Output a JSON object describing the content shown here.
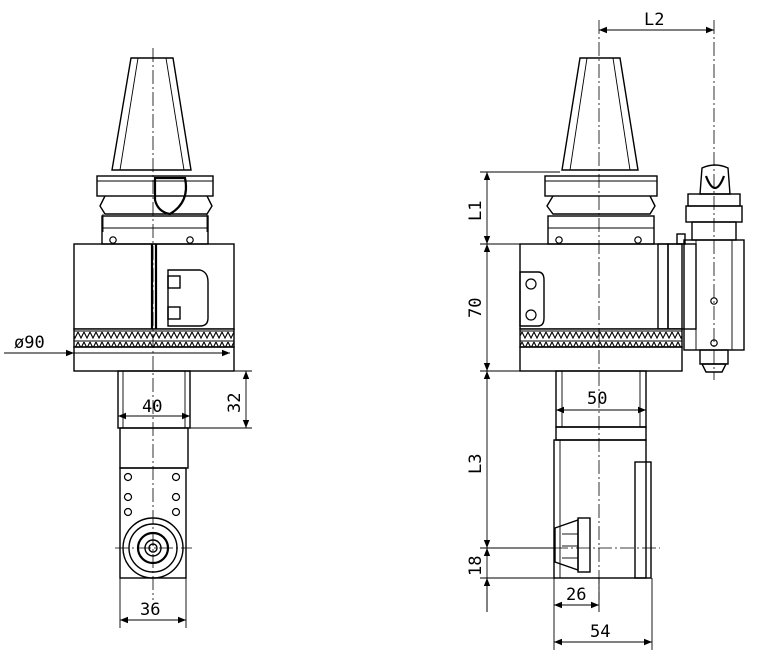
{
  "drawing": {
    "dimensions": {
      "d90": "ø90",
      "d40": "40",
      "d32": "32",
      "d36": "36",
      "L2": "L2",
      "L1": "L1",
      "d70": "70",
      "d50": "50",
      "L3": "L3",
      "d18": "18",
      "d26": "26",
      "d54": "54"
    }
  }
}
